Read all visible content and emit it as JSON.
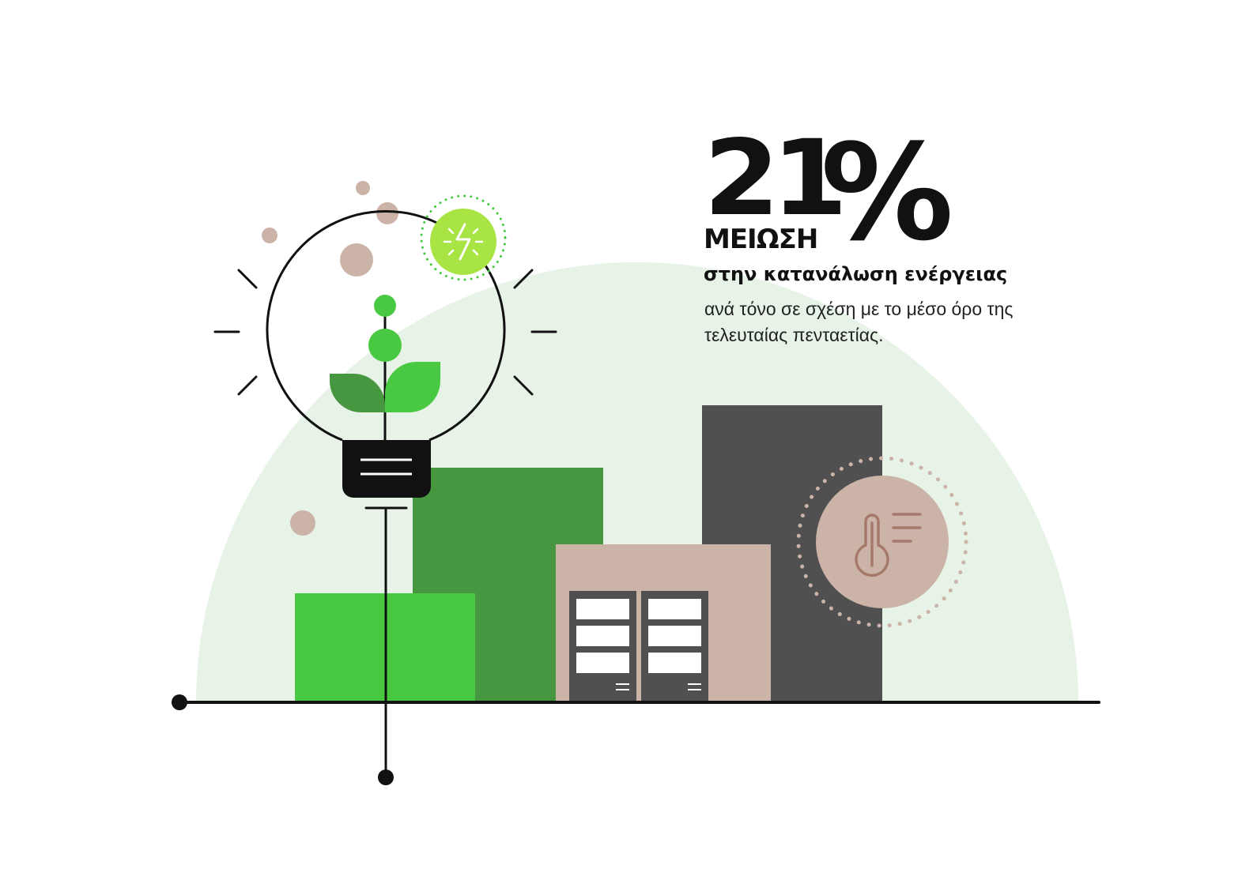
{
  "stat": {
    "number": "21",
    "percent_sign": "%",
    "label": "ΜΕΙΩΣΗ",
    "headline": "στην κατανάλωση ενέργειας",
    "subtext": "ανά τόνο σε σχέση με το μέσο όρο της τελευταίας πενταετίας."
  },
  "colors": {
    "background": "#ffffff",
    "dome": "#e6f3e6",
    "green_bright": "#48c941",
    "green_dark": "#479640",
    "lime": "#a9e445",
    "beige": "#cbb3a7",
    "beige_dark": "#a67a6a",
    "dark_gray": "#505050",
    "black": "#111111"
  },
  "icons": {
    "bulb": "lightbulb-with-sprout-icon",
    "energy": "lightning-bolt-icon",
    "temperature": "thermometer-icon"
  }
}
